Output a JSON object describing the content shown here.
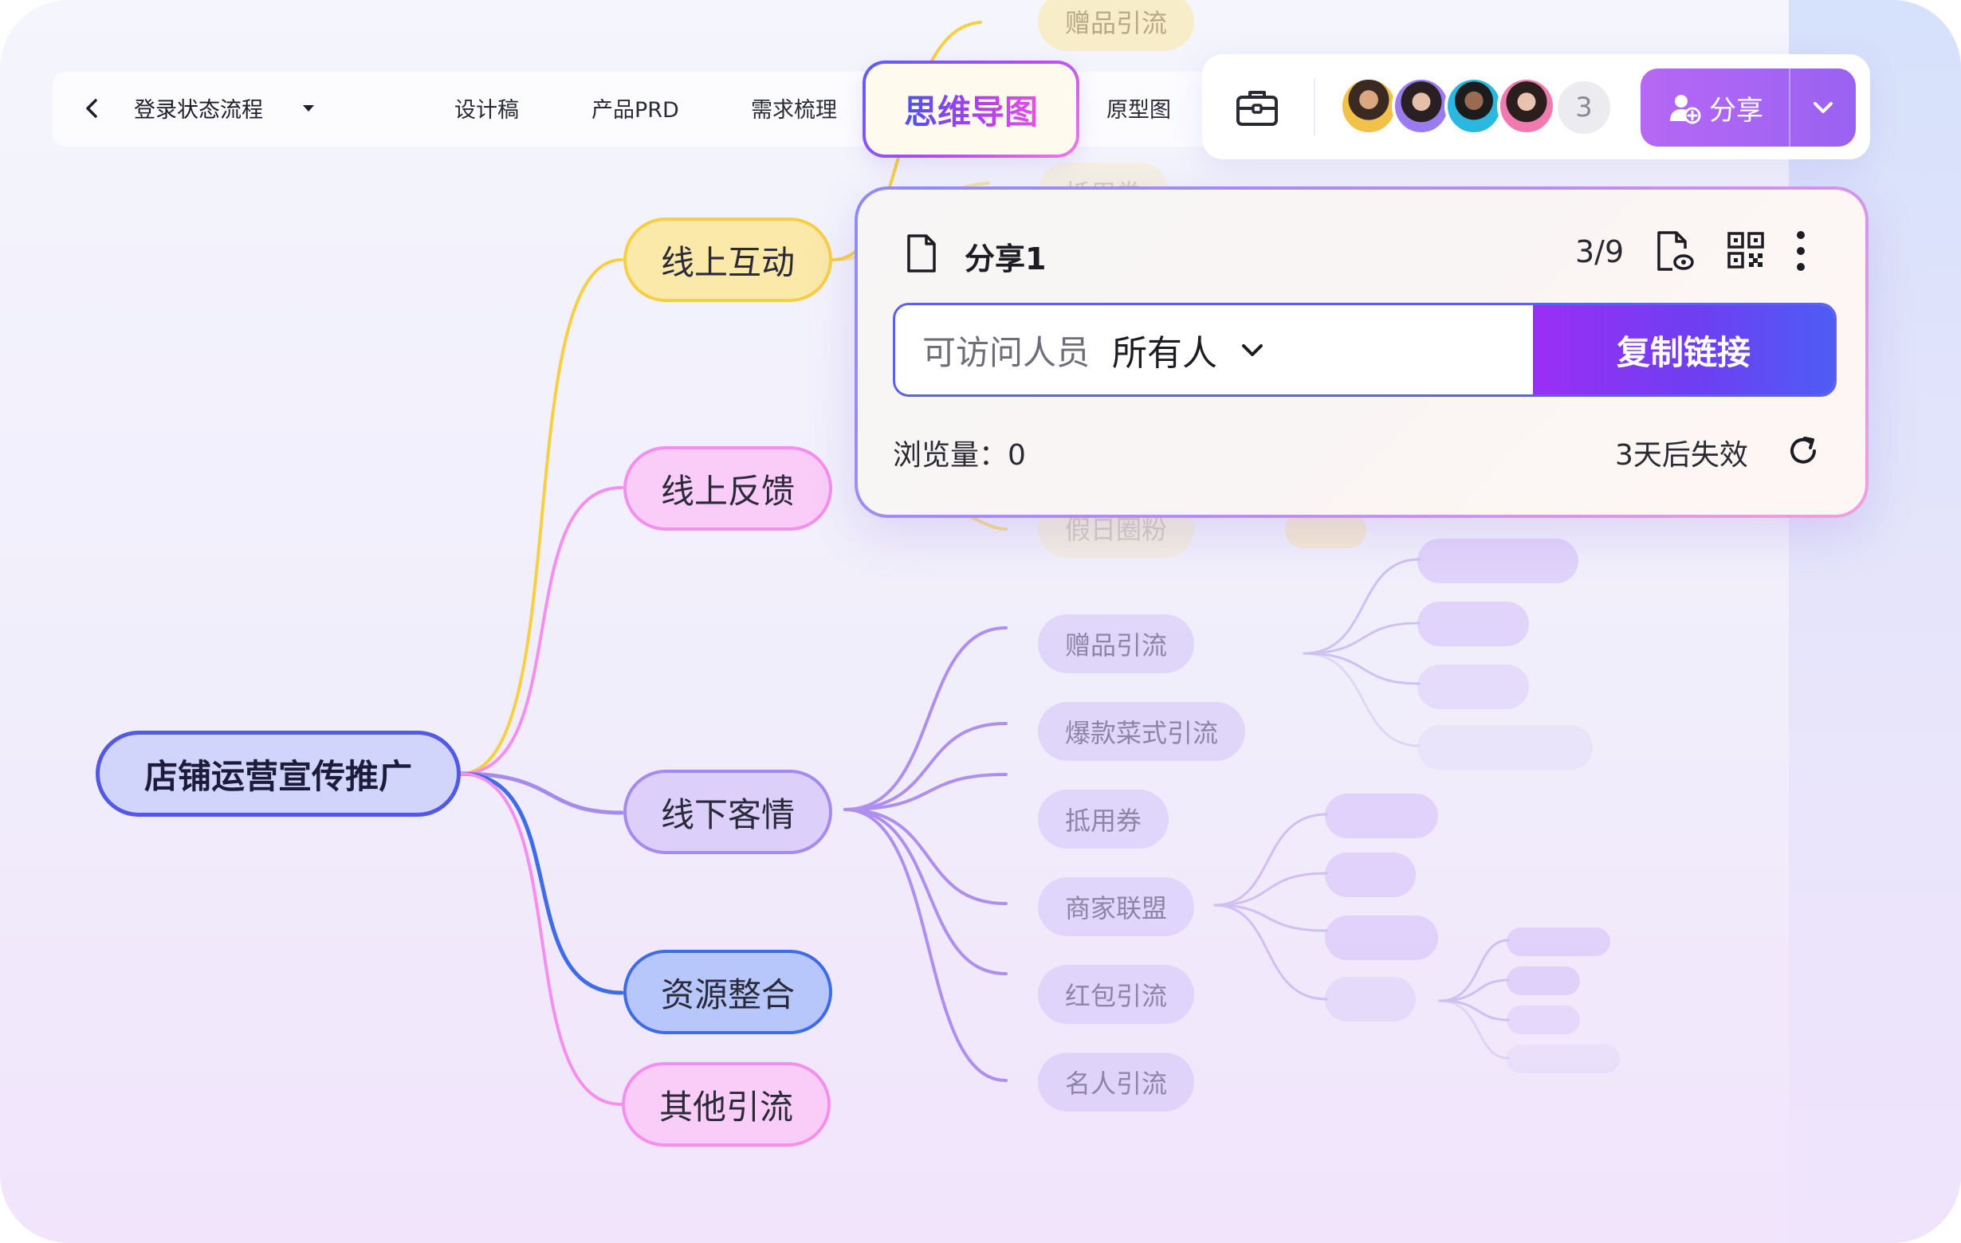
{
  "header": {
    "doc_title": "登录状态流程",
    "tabs": [
      "设计稿",
      "产品PRD",
      "需求梳理",
      "思维导图",
      "原型图"
    ],
    "active_tab": "思维导图"
  },
  "toolbar": {
    "collaborator_extra_count": "3",
    "share_label": "分享"
  },
  "share_popover": {
    "name": "分享1",
    "page_count": "3/9",
    "access_label": "可访问人员",
    "access_value": "所有人",
    "copy_label": "复制链接",
    "views": "浏览量：0",
    "expiry": "3天后失效"
  },
  "mindmap": {
    "root": "店铺运营宣传推广",
    "branches": [
      "线上互动",
      "线上反馈",
      "线下客情",
      "资源整合",
      "其他引流"
    ],
    "top_hints": [
      "赠品引流",
      "抵用券",
      "假日圈粉"
    ],
    "offline_children": [
      "赠品引流",
      "爆款菜式引流",
      "抵用券",
      "商家联盟",
      "红包引流",
      "名人引流"
    ]
  },
  "colors": {
    "root_border": "#5259e6",
    "branch_online_interact": "#f7cf45",
    "branch_online_feedback": "#f48ff0",
    "branch_offline": "#a58aef",
    "branch_resource": "#3e6ce8",
    "accent_gradient_start": "#9b2ef4",
    "accent_gradient_end": "#4e5cf4"
  }
}
